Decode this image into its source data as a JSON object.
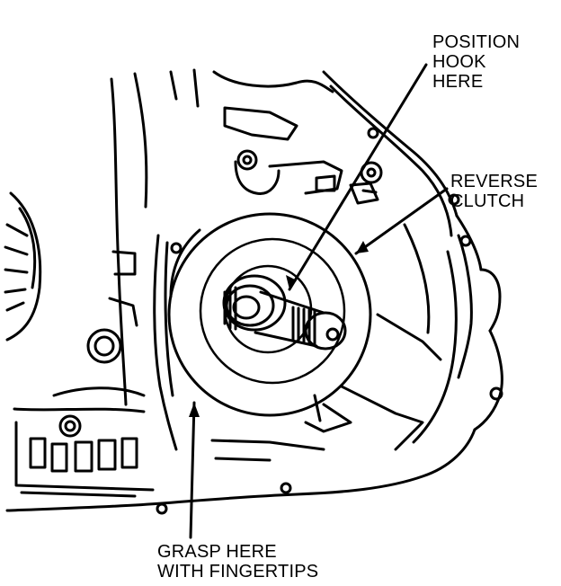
{
  "callouts": {
    "position_hook": {
      "lines": [
        "POSITION",
        "HOOK",
        "HERE"
      ]
    },
    "reverse_clutch": {
      "lines": [
        "REVERSE",
        "CLUTCH"
      ]
    },
    "grasp": {
      "lines": [
        "GRASP HERE",
        "WITH FINGERTIPS"
      ]
    }
  }
}
